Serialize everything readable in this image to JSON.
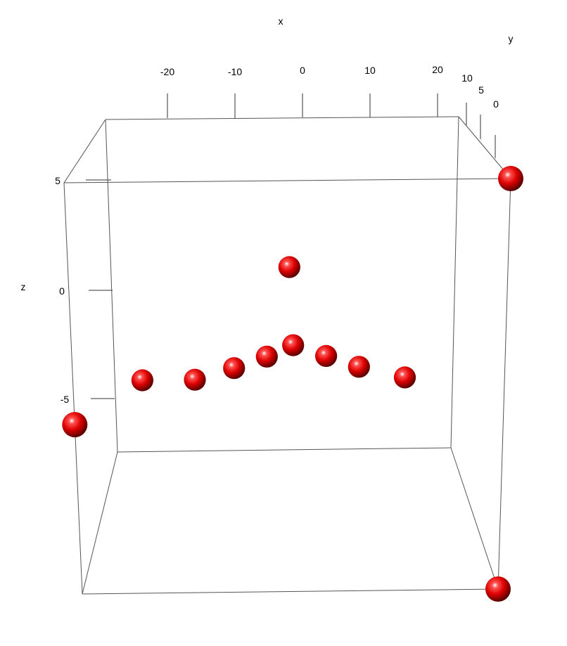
{
  "chart_data": {
    "type": "scatter",
    "subtype": "3d",
    "title": "",
    "xlabel": "x",
    "ylabel": "y",
    "zlabel": "z",
    "x_ticks": [
      "-20",
      "-10",
      "0",
      "10",
      "20"
    ],
    "y_ticks": [
      "10",
      "5",
      "0"
    ],
    "z_ticks": [
      "5",
      "0",
      "-5"
    ],
    "xlim": [
      -30,
      30
    ],
    "ylim": [
      -1,
      14
    ],
    "zlim": [
      -12,
      5
    ],
    "grid": false,
    "box": true,
    "marker": "sphere",
    "color": "#e00000",
    "points": [
      {
        "x": -30,
        "y": -1,
        "z": -5
      },
      {
        "x": -22,
        "y": 5,
        "z": -5
      },
      {
        "x": -14,
        "y": 5,
        "z": -5
      },
      {
        "x": -8,
        "y": 5,
        "z": -4.5
      },
      {
        "x": -3,
        "y": 5,
        "z": -4
      },
      {
        "x": 1,
        "y": 5,
        "z": -3.5
      },
      {
        "x": 6,
        "y": 5,
        "z": -4
      },
      {
        "x": 11,
        "y": 5,
        "z": -4.5
      },
      {
        "x": 18,
        "y": 5,
        "z": -5
      },
      {
        "x": 0.5,
        "y": 5,
        "z": 0
      },
      {
        "x": 30,
        "y": -1,
        "z": 5
      },
      {
        "x": 30,
        "y": -1,
        "z": -12
      }
    ]
  }
}
